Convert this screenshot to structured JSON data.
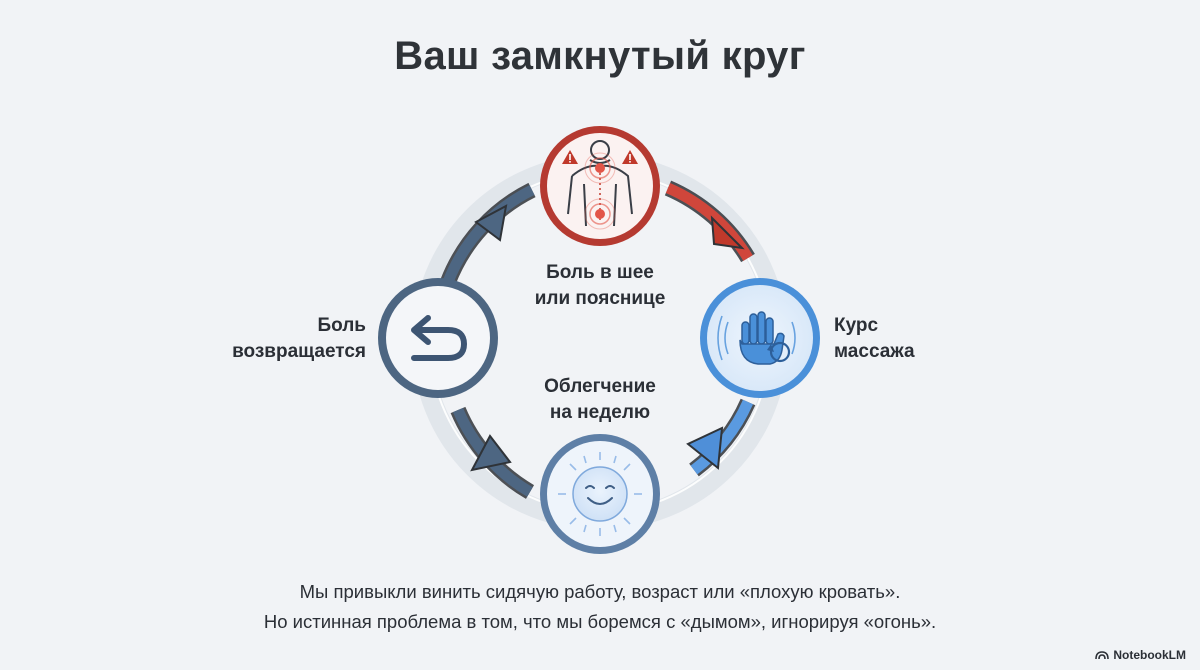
{
  "title": "Ваш замкнутый круг",
  "nodes": {
    "pain": {
      "line1": "Боль в шее",
      "line2": "или пояснице"
    },
    "massage": {
      "line1": "Курс",
      "line2": "массажа"
    },
    "relief": {
      "line1": "Облегчение",
      "line2": "на неделю"
    },
    "return": {
      "line1": "Боль",
      "line2": "возвращается"
    }
  },
  "caption": {
    "line1": "Мы привыкли винить сидячую работу, возраст или «плохую кровать».",
    "line2": "Но истинная проблема в том, что мы боремся с «дымом», игнорируя «огонь»."
  },
  "brand": "NotebookLM",
  "colors": {
    "pain_red": "#c0392b",
    "massage_blue": "#4a90d9",
    "relief_blue": "#6aa2e0",
    "return_slate": "#4d6682",
    "ring": "#c9d0d9",
    "background": "#f1f3f6"
  },
  "icons": {
    "pain": "body-pain-icon",
    "massage": "massage-hand-icon",
    "relief": "smiling-sun-icon",
    "return": "return-arrow-icon"
  }
}
